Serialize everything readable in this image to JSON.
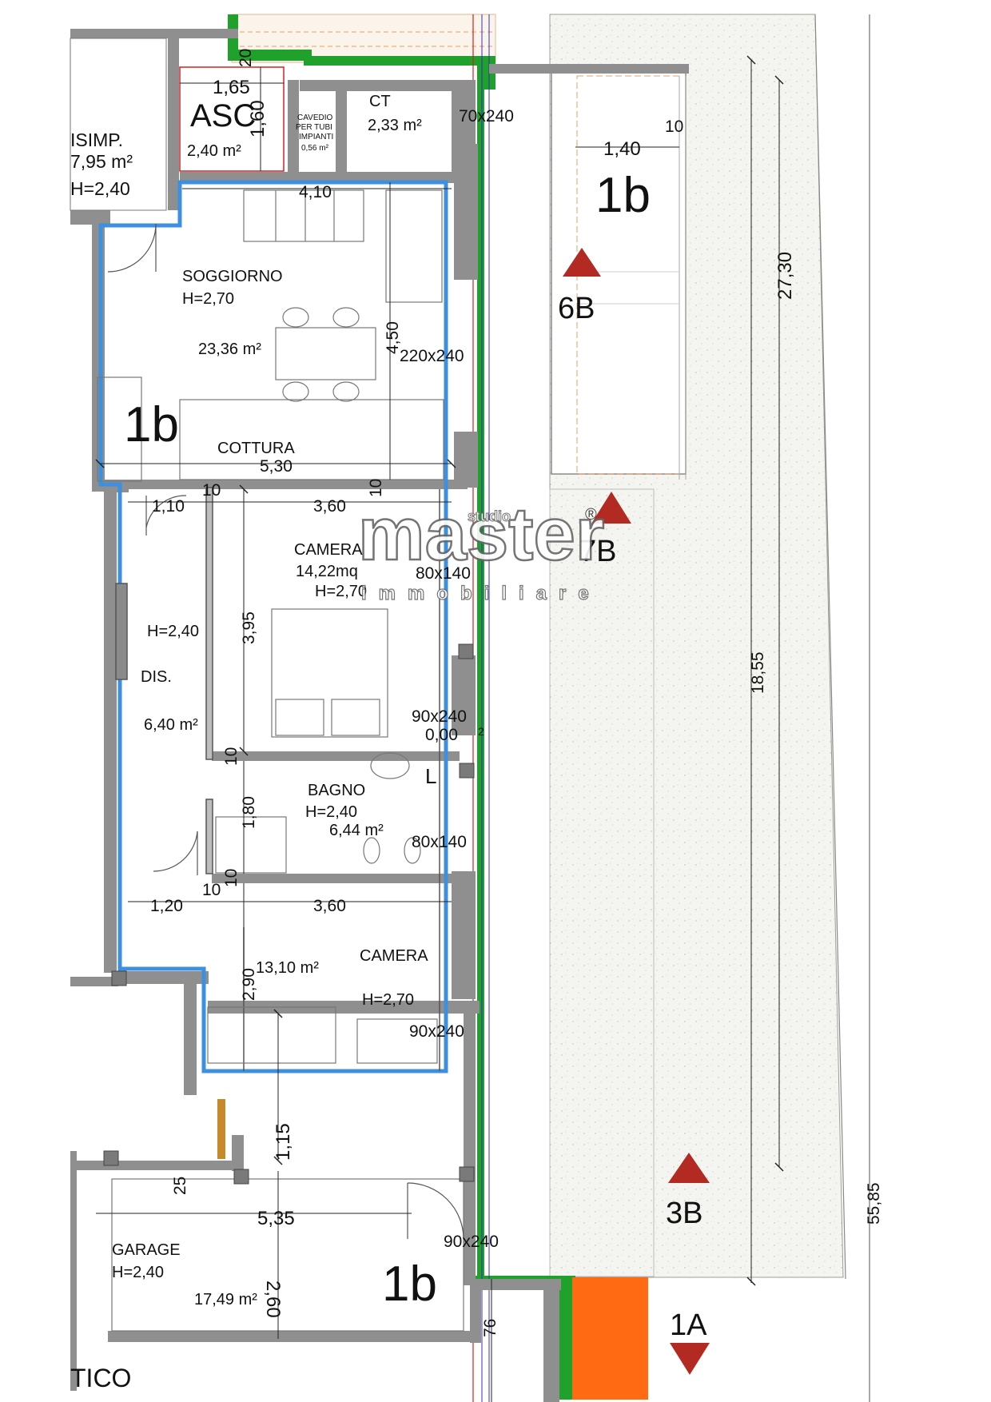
{
  "colors": {
    "wall": "#8f8f8f",
    "apartment_outline": "#3d8fe0",
    "green": "#1fa12b",
    "orange": "#ff6a13",
    "marker": "#b22a22",
    "garden": "#f2f4ee",
    "red_line": "#d62020"
  },
  "rooms": {
    "asc": {
      "name": "ASC",
      "area": "2,40 m²"
    },
    "cavedio": {
      "line1": "CAVEDIO",
      "line2": "PER TUBI",
      "line3": "IMPIANTI",
      "area": "0,56 m²"
    },
    "ct": {
      "name": "CT",
      "area": "2,33 m²"
    },
    "disimp": {
      "name": "ISIMP.",
      "area": "7,95 m²",
      "height": "H=2,40"
    },
    "soggiorno": {
      "name": "SOGGIORNO",
      "height": "H=2,70",
      "area": "23,36 m²"
    },
    "cottura": {
      "name": "COTTURA"
    },
    "camera1": {
      "name": "CAMERA",
      "area": "14,22mq",
      "height": "H=2,70"
    },
    "dis": {
      "name": "DIS.",
      "height": "H=2,40",
      "area": "6,40 m²"
    },
    "bagno": {
      "name": "BAGNO",
      "height": "H=2,40",
      "area": "6,44 m²",
      "tag": "L"
    },
    "camera2": {
      "name": "CAMERA",
      "area": "13,10 m²",
      "height": "H=2,70"
    },
    "garage": {
      "name": "GARAGE",
      "height": "H=2,40",
      "area": "17,49 m²"
    },
    "portico": {
      "name": "TICO"
    }
  },
  "unit_labels": [
    "1b",
    "1b",
    "1b"
  ],
  "openings": [
    "70x240",
    "220x240",
    "80x140",
    "90x240",
    "0,00",
    "80x140",
    "90x240",
    "90x240"
  ],
  "dimensions": {
    "d165": "1,65",
    "d20": "20",
    "d160": "1,60",
    "d410": "4,10",
    "d140": "1,40",
    "d10a": "10",
    "d450": "4,50",
    "d530": "5,30",
    "d110": "1,10",
    "d10b": "10",
    "d360a": "3,60",
    "d10c": "10",
    "d395": "3,95",
    "d10d": "10",
    "d180": "1,80",
    "d10e": "10",
    "d120": "1,20",
    "d10f": "10",
    "d360b": "3,60",
    "d290": "2,90",
    "d115": "1,15",
    "d25": "25",
    "d535": "5,35",
    "d260": "2,60",
    "d76": "76",
    "d2730": "27,30",
    "d1855": "18,55",
    "d5585": "55,85",
    "d2": "2"
  },
  "section_markers": [
    "6B",
    "7B",
    "3B",
    "1A"
  ],
  "watermark": {
    "brand": "master",
    "prefix": "studio",
    "sub": "immobiliare",
    "reg": "®"
  }
}
